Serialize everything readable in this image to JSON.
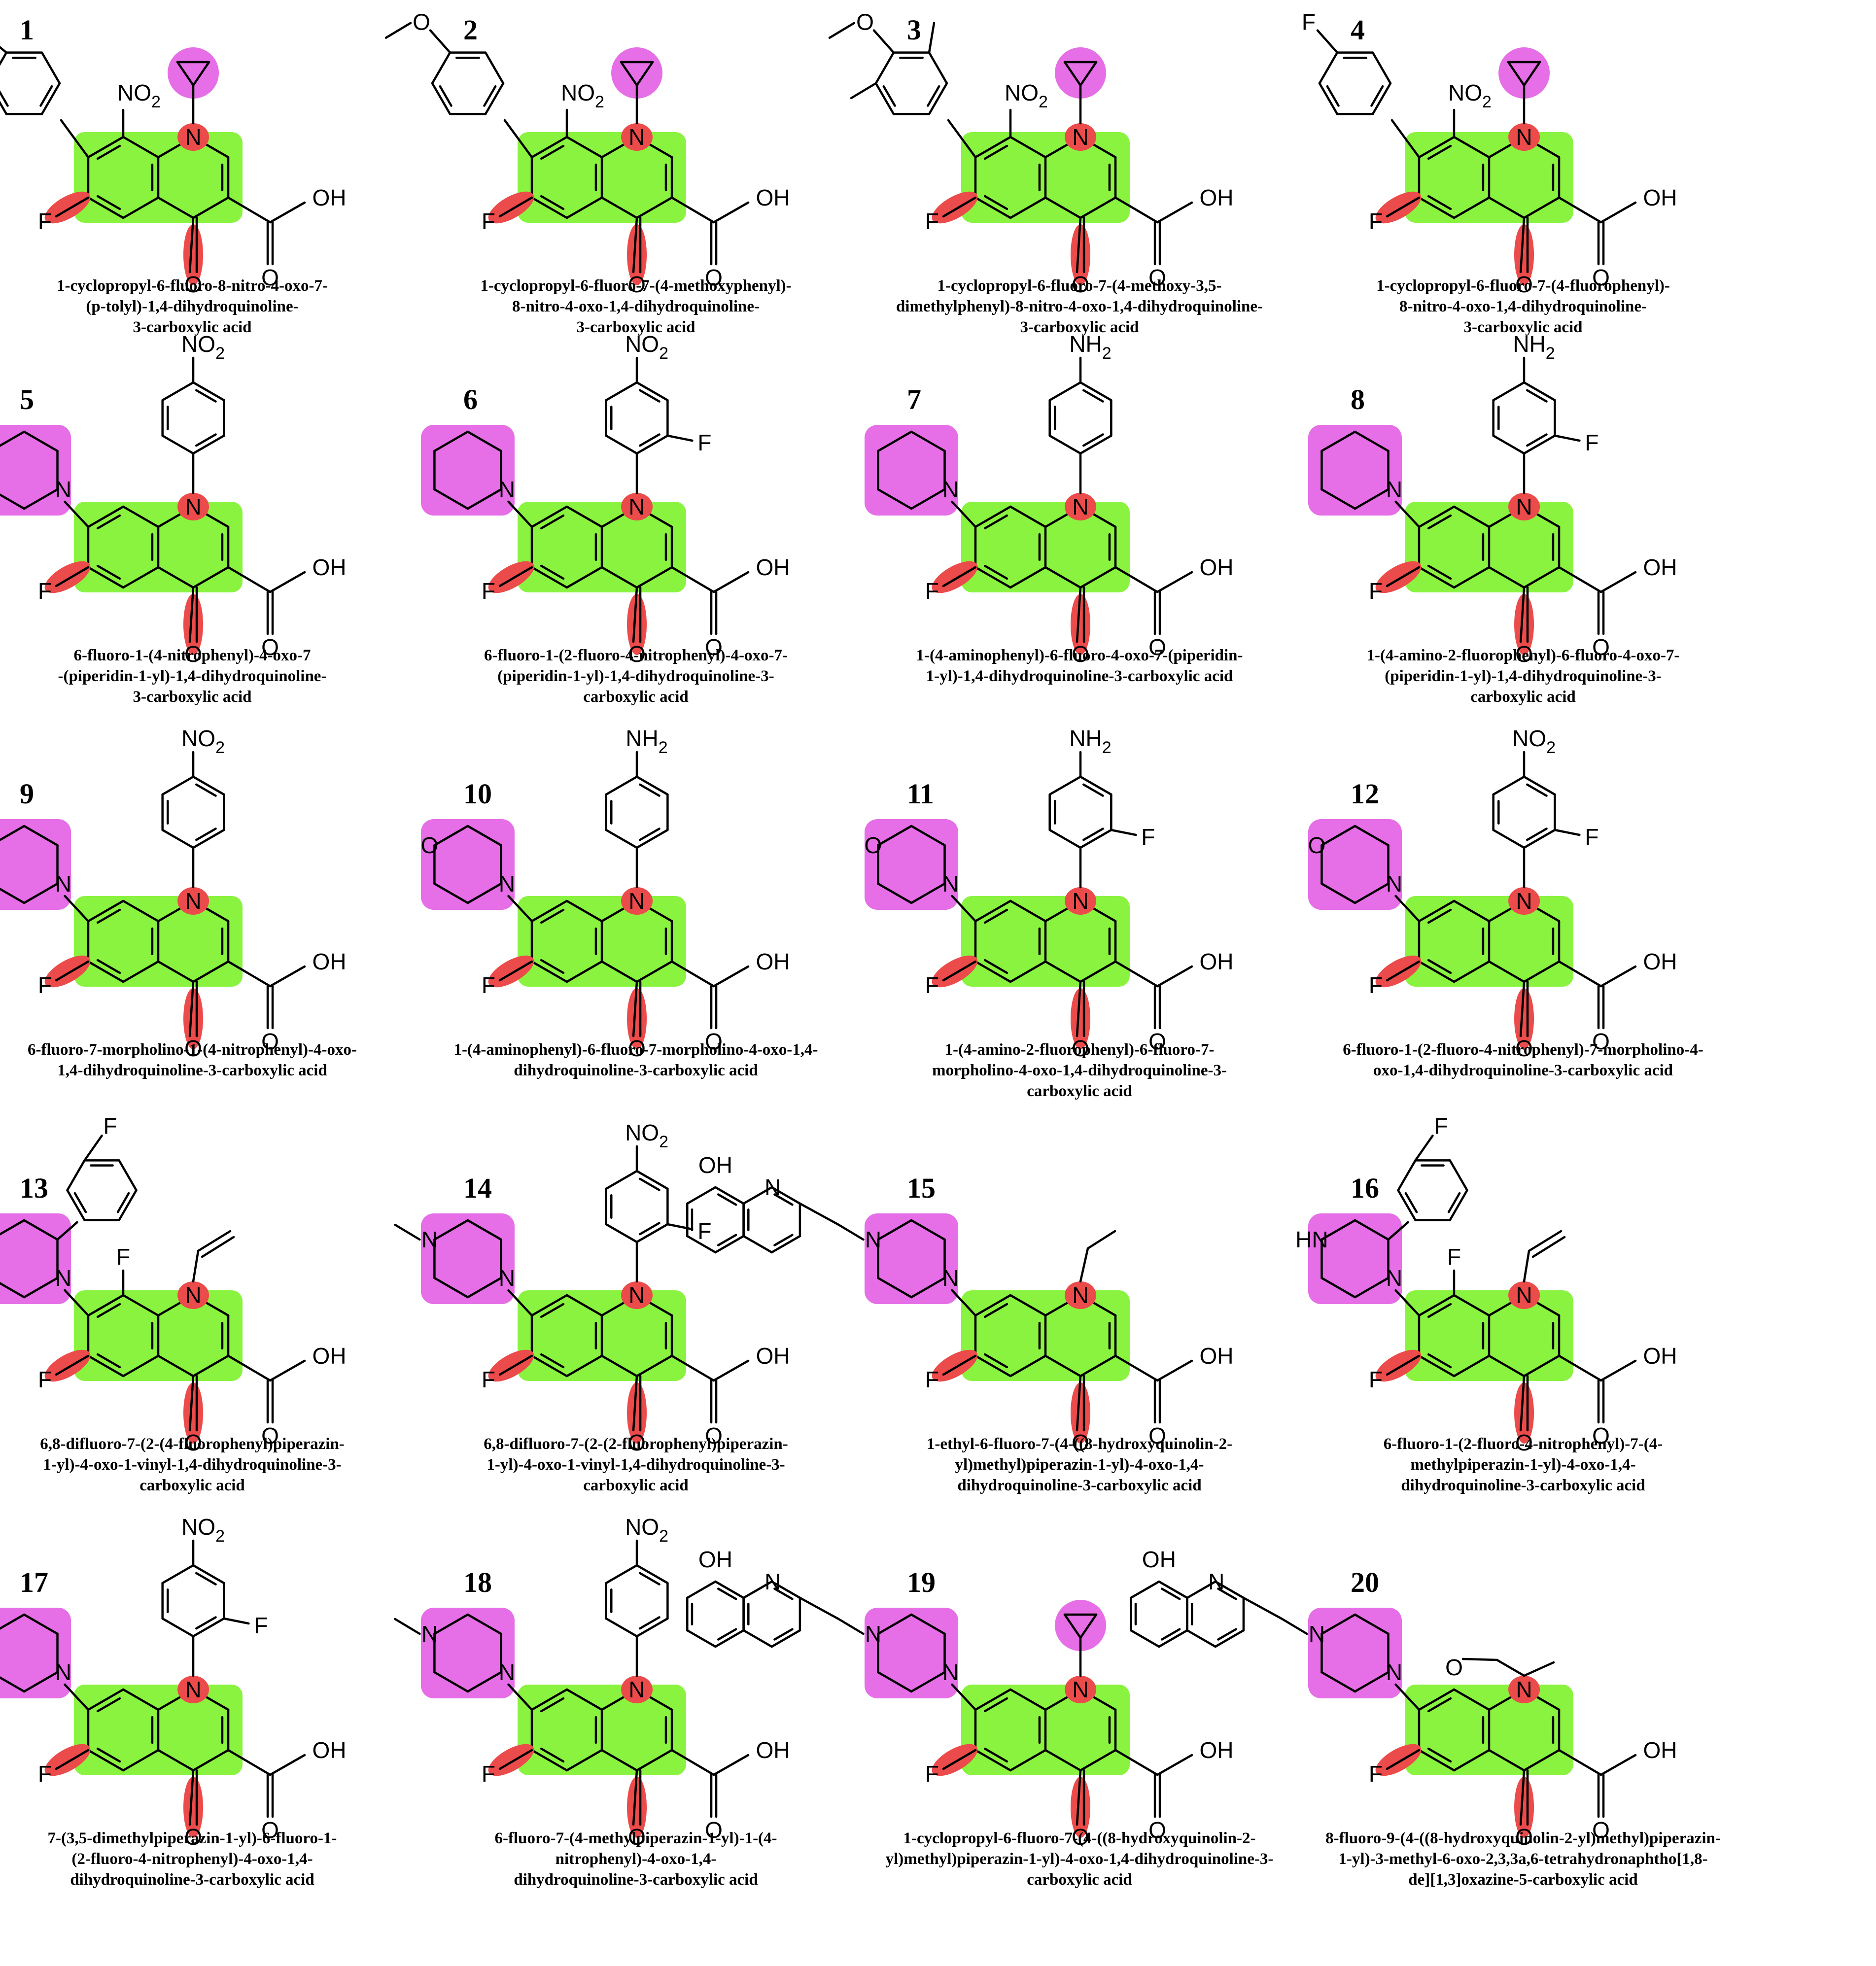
{
  "compounds": [
    {
      "number": "1",
      "name_lines": [
        "1-cyclopropyl-6-fluoro-8-nitro-4-oxo-7-",
        "(p-tolyl)-1,4-dihydroquinoline-",
        "3-carboxylic acid"
      ],
      "n1": "cyclopropyl",
      "c7": "aryl",
      "aryl_sub": "methyl",
      "c8": "NO2"
    },
    {
      "number": "2",
      "name_lines": [
        "1-cyclopropyl-6-fluoro-7-(4-methoxyphenyl)-",
        "8-nitro-4-oxo-1,4-dihydroquinoline-",
        "3-carboxylic acid"
      ],
      "n1": "cyclopropyl",
      "c7": "aryl",
      "aryl_sub": "methoxy",
      "c8": "NO2"
    },
    {
      "number": "3",
      "name_lines": [
        "1-cyclopropyl-6-fluoro-7-(4-methoxy-3,5-",
        "dimethylphenyl)-8-nitro-4-oxo-1,4-dihydroquinoline-",
        "3-carboxylic acid"
      ],
      "n1": "cyclopropyl",
      "c7": "aryl",
      "aryl_sub": "methoxy-dimethyl",
      "c8": "NO2"
    },
    {
      "number": "4",
      "name_lines": [
        "1-cyclopropyl-6-fluoro-7-(4-fluorophenyl)-",
        "8-nitro-4-oxo-1,4-dihydroquinoline-",
        "3-carboxylic acid"
      ],
      "n1": "cyclopropyl",
      "c7": "aryl",
      "aryl_sub": "fluoro",
      "c8": "NO2"
    },
    {
      "number": "5",
      "name_lines": [
        "6-fluoro-1-(4-nitrophenyl)-4-oxo-7",
        "-(piperidin-1-yl)-1,4-dihydroquinoline-",
        "3-carboxylic acid"
      ],
      "n1": "aryl",
      "n1_para": "NO2",
      "n1_fluoro": false,
      "c7": "piperidine"
    },
    {
      "number": "6",
      "name_lines": [
        "6-fluoro-1-(2-fluoro-4-nitrophenyl)-4-oxo-7-",
        "(piperidin-1-yl)-1,4-dihydroquinoline-3-",
        "carboxylic acid"
      ],
      "n1": "aryl",
      "n1_para": "NO2",
      "n1_fluoro": true,
      "c7": "piperidine"
    },
    {
      "number": "7",
      "name_lines": [
        "1-(4-aminophenyl)-6-fluoro-4-oxo-7-(piperidin-",
        "1-yl)-1,4-dihydroquinoline-3-carboxylic acid"
      ],
      "n1": "aryl",
      "n1_para": "NH2",
      "n1_fluoro": false,
      "c7": "piperidine"
    },
    {
      "number": "8",
      "name_lines": [
        "1-(4-amino-2-fluorophenyl)-6-fluoro-4-oxo-7-",
        "(piperidin-1-yl)-1,4-dihydroquinoline-3-",
        "carboxylic acid"
      ],
      "n1": "aryl",
      "n1_para": "NH2",
      "n1_fluoro": true,
      "c7": "piperidine"
    },
    {
      "number": "9",
      "name_lines": [
        "6-fluoro-7-morpholino-1-(4-nitrophenyl)-4-oxo-",
        "1,4-dihydroquinoline-3-carboxylic acid"
      ],
      "n1": "aryl",
      "n1_para": "NO2",
      "n1_fluoro": false,
      "c7": "morpholine"
    },
    {
      "number": "10",
      "name_lines": [
        "1-(4-aminophenyl)-6-fluoro-7-morpholino-4-oxo-1,4-",
        "dihydroquinoline-3-carboxylic acid"
      ],
      "n1": "aryl",
      "n1_para": "NH2",
      "n1_fluoro": false,
      "c7": "morpholine"
    },
    {
      "number": "11",
      "name_lines": [
        "1-(4-amino-2-fluorophenyl)-6-fluoro-7-",
        "morpholino-4-oxo-1,4-dihydroquinoline-3-",
        "carboxylic acid"
      ],
      "n1": "aryl",
      "n1_para": "NH2",
      "n1_fluoro": true,
      "c7": "morpholine"
    },
    {
      "number": "12",
      "name_lines": [
        "6-fluoro-1-(2-fluoro-4-nitrophenyl)-7-morpholino-4-",
        "oxo-1,4-dihydroquinoline-3-carboxylic acid"
      ],
      "n1": "aryl",
      "n1_para": "NO2",
      "n1_fluoro": true,
      "c7": "morpholine"
    },
    {
      "number": "13",
      "name_lines": [
        "6,8-difluoro-7-(2-(4-fluorophenyl)piperazin-",
        "1-yl)-4-oxo-1-vinyl-1,4-dihydroquinoline-3-",
        "carboxylic acid"
      ],
      "n1": "vinyl",
      "c7": "arylpiperazine",
      "c8": "F"
    },
    {
      "number": "14",
      "name_lines": [
        "6,8-difluoro-7-(2-(2-fluorophenyl)piperazin-",
        "1-yl)-4-oxo-1-vinyl-1,4-dihydroquinoline-3-",
        "carboxylic acid"
      ],
      "n1": "aryl",
      "n1_para": "NO2",
      "n1_fluoro": true,
      "c7": "methylpiperazine"
    },
    {
      "number": "15",
      "name_lines": [
        "1-ethyl-6-fluoro-7-(4-((8-hydroxyquinolin-2-",
        "yl)methyl)piperazin-1-yl)-4-oxo-1,4-",
        "dihydroquinoline-3-carboxylic acid"
      ],
      "n1": "ethyl",
      "c7": "hq-piperazine"
    },
    {
      "number": "16",
      "name_lines": [
        "6-fluoro-1-(2-fluoro-4-nitrophenyl)-7-(4-",
        "methylpiperazin-1-yl)-4-oxo-1,4-",
        "dihydroquinoline-3-carboxylic acid"
      ],
      "n1": "vinyl",
      "c7": "arylpiperazine",
      "c8": "F"
    },
    {
      "number": "17",
      "name_lines": [
        "7-(3,5-dimethylpiperazin-1-yl)-6-fluoro-1-",
        "(2-fluoro-4-nitrophenyl)-4-oxo-1,4-",
        "dihydroquinoline-3-carboxylic acid"
      ],
      "n1": "aryl",
      "n1_para": "NO2",
      "n1_fluoro": true,
      "c7": "dimethylpiperazine"
    },
    {
      "number": "18",
      "name_lines": [
        "6-fluoro-7-(4-methylpiperazin-1-yl)-1-(4-",
        "nitrophenyl)-4-oxo-1,4-",
        "dihydroquinoline-3-carboxylic acid"
      ],
      "n1": "aryl",
      "n1_para": "NO2",
      "n1_fluoro": false,
      "c7": "methylpiperazine"
    },
    {
      "number": "19",
      "name_lines": [
        "1-cyclopropyl-6-fluoro-7-(4-((8-hydroxyquinolin-2-",
        "yl)methyl)piperazin-1-yl)-4-oxo-1,4-dihydroquinoline-3-",
        "carboxylic acid"
      ],
      "n1": "cyclopropyl",
      "c7": "hq-piperazine"
    },
    {
      "number": "20",
      "name_lines": [
        "8-fluoro-9-(4-((8-hydroxyquinolin-2-yl)methyl)piperazin-",
        "1-yl)-3-methyl-6-oxo-2,3,3a,6-tetrahydronaphtho[1,8-",
        "de][1,3]oxazine-5-carboxylic acid"
      ],
      "n1": "oxazine",
      "c7": "hq-piperazine"
    }
  ],
  "atom_labels": {
    "nitrogen": "N",
    "fluorine": "F",
    "oxygen": "O",
    "hydroxyl": "OH",
    "nitro": "NO2",
    "amine": "NH2",
    "imine": "HN"
  },
  "colors": {
    "core_highlight": "#7df22a",
    "substituent_highlight": "#e35ee3",
    "atom_highlight": "#ec4b4b",
    "bond": "#000000"
  }
}
